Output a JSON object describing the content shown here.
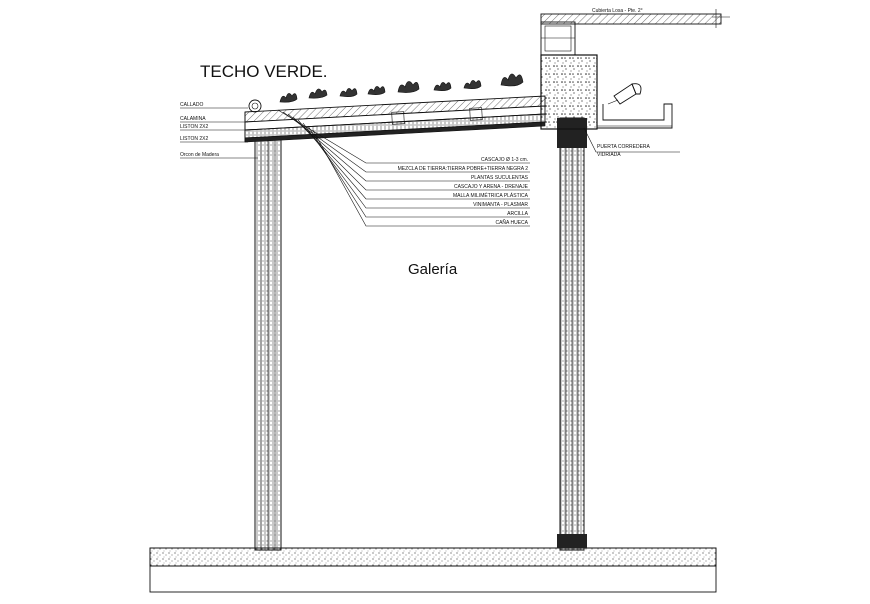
{
  "drawing": {
    "title": "TECHO VERDE.",
    "room_label": "Galería",
    "top_note": "Cubierta Losa - Pte. 2°",
    "left_labels": [
      "CALLADO",
      "CALAMINA",
      "LISTON 2X2",
      "LISTON 2X2",
      "Orcon de Madera"
    ],
    "layer_labels": [
      "CASCAJO Ø 1-3 cm.",
      "MEZCLA DE TIERRA:TIERRA POBRE+TIERRA NEGRA 2",
      "PLANTAS SUCULENTAS",
      "CASCAJO Y ARENA - DRENAJE",
      "MALLA MILIMÉTRICA PLÁSTICA",
      "VINIMANTA - PLASMAR",
      "ARCILLA",
      "CAÑA HUECA"
    ],
    "right_label_line1": "PUERTA CORREDERA",
    "right_label_line2": "VIDRIADA"
  }
}
